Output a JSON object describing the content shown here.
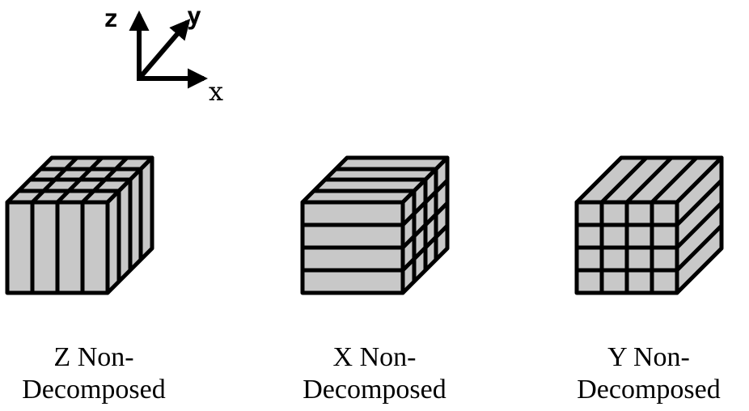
{
  "axes": {
    "z_label": "z",
    "y_label": "y",
    "x_label": "x"
  },
  "cubes": [
    {
      "line1": "Z Non-",
      "line2": "Decomposed"
    },
    {
      "line1": "X Non-",
      "line2": "Decomposed"
    },
    {
      "line1": "Y Non-",
      "line2": "Decomposed"
    }
  ],
  "colors": {
    "fill": "#c8c8c8",
    "stroke": "#000000"
  }
}
